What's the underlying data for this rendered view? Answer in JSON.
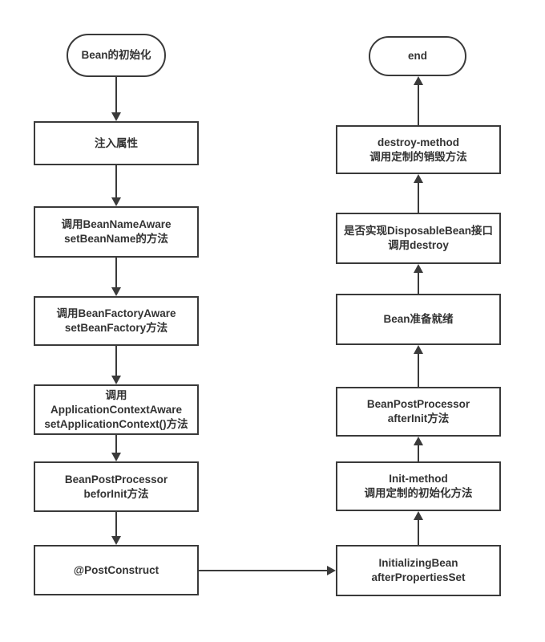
{
  "flowchart": {
    "colors": {
      "line": "#3a3a3a",
      "text": "#333333",
      "node_background": "#ffffff",
      "canvas_background": "#ffffff"
    },
    "left_column": {
      "start_label": "Bean的初始化",
      "steps": [
        {
          "text": "注入属性"
        },
        {
          "text": "调用BeanNameAware\nsetBeanName的方法"
        },
        {
          "text": "调用BeanFactoryAware\nsetBeanFactory方法"
        },
        {
          "text": "调用\nApplicationContextAware\nsetApplicationContext()方法"
        },
        {
          "text": "BeanPostProcessor\nbeforInit方法"
        },
        {
          "text": "@PostConstruct"
        }
      ]
    },
    "right_column": {
      "end_label": "end",
      "steps": [
        {
          "text": "destroy-method\n调用定制的销毁方法"
        },
        {
          "text": "是否实现DisposableBean接口\n调用destroy"
        },
        {
          "text": "Bean准备就绪"
        },
        {
          "text": "BeanPostProcessor\nafterInit方法"
        },
        {
          "text": "Init-method\n调用定制的初始化方法"
        },
        {
          "text": "InitializingBean\nafterPropertiesSet"
        }
      ]
    }
  }
}
